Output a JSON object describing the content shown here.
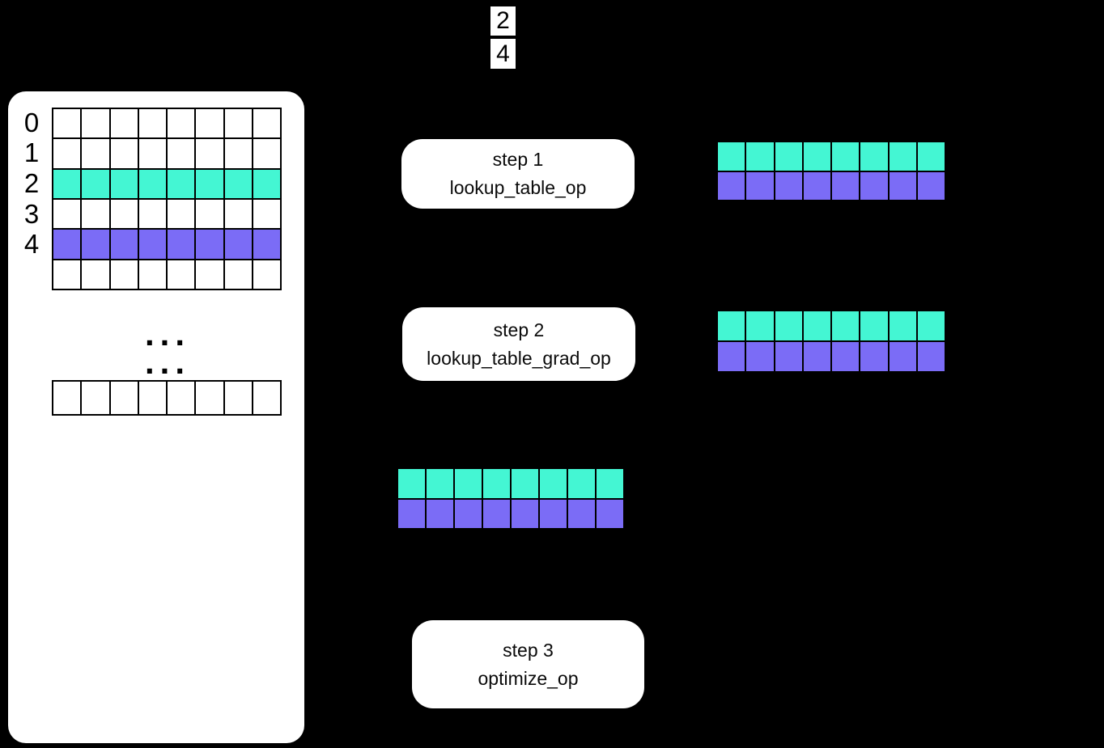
{
  "colors": {
    "background": "#000000",
    "panel": "#ffffff",
    "highlight_cyan": "#44F6D3",
    "highlight_purple": "#7B6CF6",
    "cell_white": "#FFFFFF",
    "grid_line": "#000000"
  },
  "lookup_indices": {
    "values": [
      "2",
      "4"
    ]
  },
  "embedding_table": {
    "row_labels": [
      "0",
      "1",
      "2",
      "3",
      "4"
    ],
    "ellipsis": "...",
    "main_grid": {
      "cols": 8,
      "rows": 6,
      "row_colors": [
        "#FFFFFF",
        "#FFFFFF",
        "#44F6D3",
        "#FFFFFF",
        "#7B6CF6",
        "#FFFFFF"
      ]
    },
    "tail_grid": {
      "cols": 8,
      "rows": 1,
      "row_colors": [
        "#FFFFFF"
      ]
    }
  },
  "steps": [
    {
      "title": "step 1",
      "op": "lookup_table_op"
    },
    {
      "title": "step 2",
      "op": "lookup_table_grad_op"
    },
    {
      "title": "step 3",
      "op": "optimize_op"
    }
  ],
  "result_grids": {
    "step1_output": {
      "cols": 8,
      "rows": 2,
      "row_colors": [
        "#44F6D3",
        "#7B6CF6"
      ]
    },
    "step2_output": {
      "cols": 8,
      "rows": 2,
      "row_colors": [
        "#44F6D3",
        "#7B6CF6"
      ]
    },
    "gradient_rows": {
      "cols": 8,
      "rows": 2,
      "row_colors": [
        "#44F6D3",
        "#7B6CF6"
      ]
    }
  }
}
